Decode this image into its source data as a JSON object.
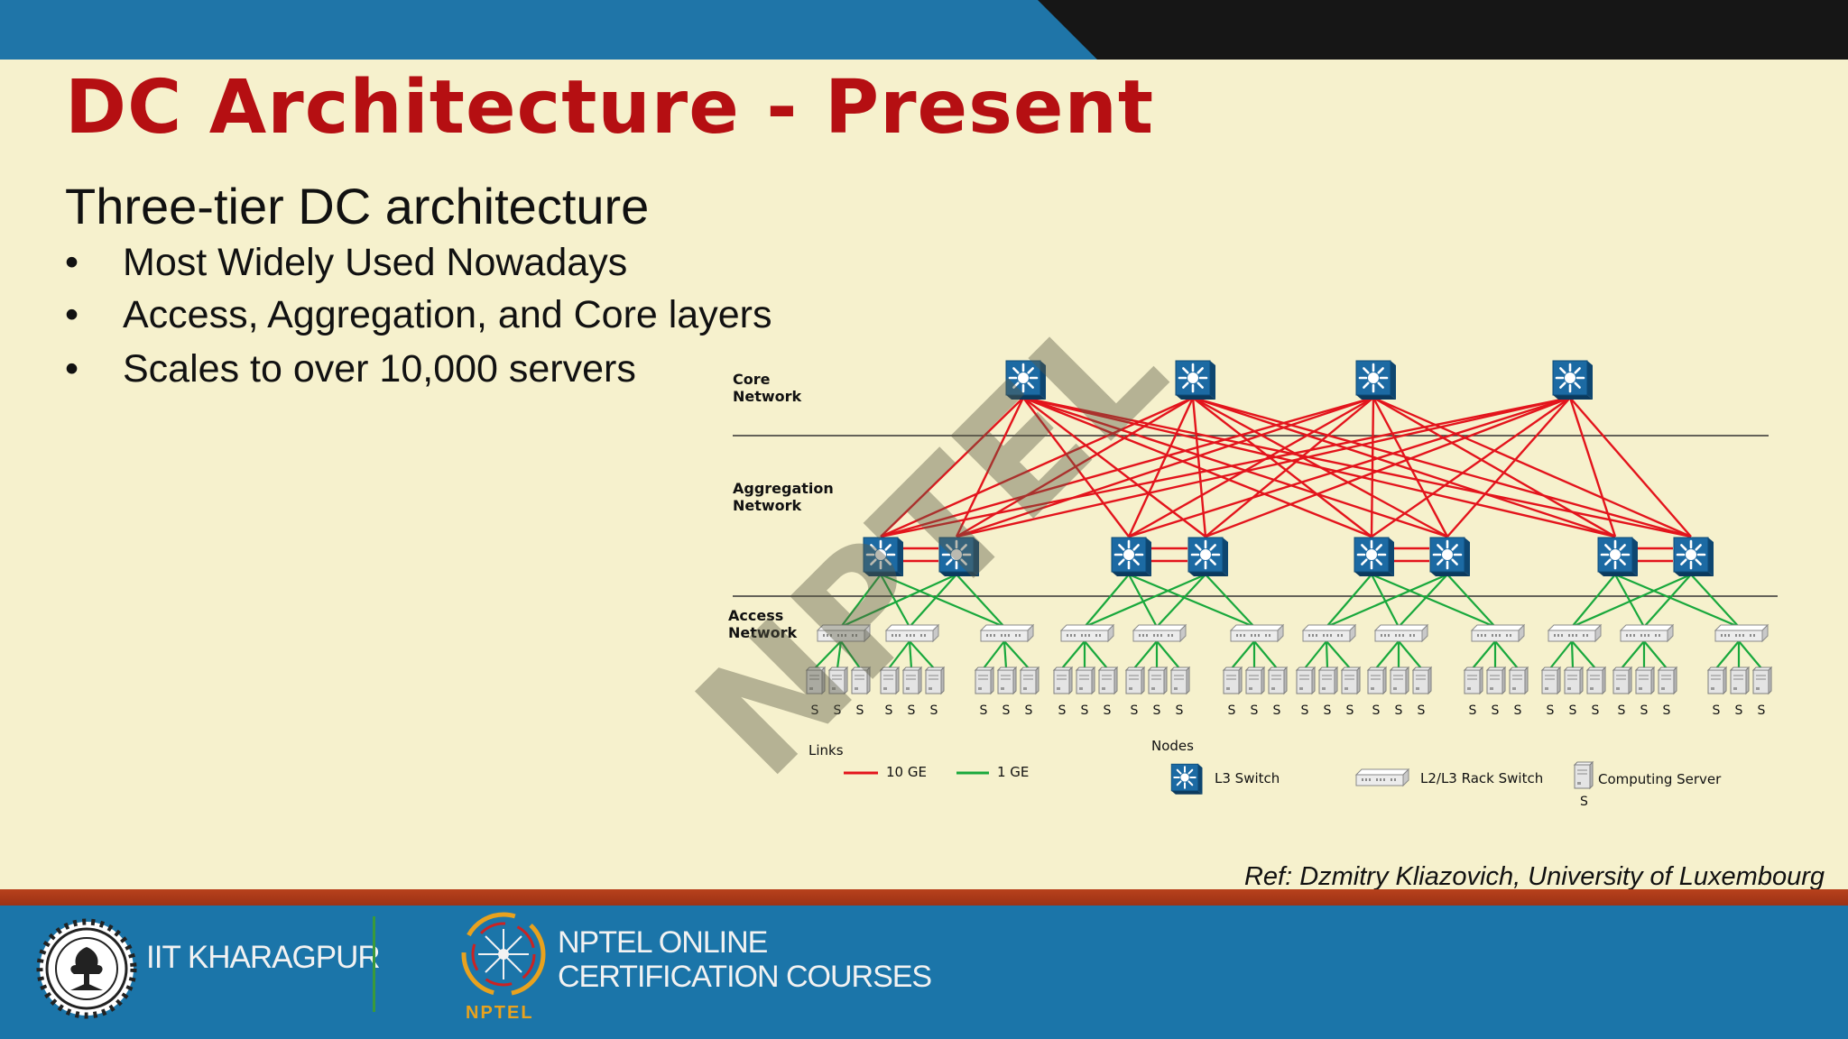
{
  "slide": {
    "title": "DC Architecture - Present",
    "subtitle": "Three-tier DC architecture",
    "bullet_marker": "•",
    "bullets": [
      "Most Widely Used Nowadays",
      "Access, Aggregation, and Core layers",
      "Scales to over 10,000 servers"
    ],
    "reference": "Ref: Dzmitry Kliazovich, University of Luxembourg",
    "watermark": "NPTEL"
  },
  "diagram": {
    "layers": {
      "core": [
        "Core",
        "Network"
      ],
      "aggregation": [
        "Aggregation",
        "Network"
      ],
      "access": [
        "Access",
        "Network"
      ]
    },
    "server_label": "S",
    "legend": {
      "links_title": "Links",
      "nodes_title": "Nodes",
      "link_10ge": "10 GE",
      "link_1ge": "1 GE",
      "l3_switch": "L3 Switch",
      "rack_switch": "L2/L3 Rack Switch",
      "computing_server": "Computing Server",
      "server_symbol": "S"
    },
    "colors": {
      "link_10ge": "#e3141c",
      "link_1ge": "#18a83c",
      "switch": "#1c6aa3"
    }
  },
  "footer": {
    "institute": "IIT KHARAGPUR",
    "course_line1": "NPTEL ONLINE",
    "course_line2": "CERTIFICATION COURSES",
    "nptel_word": "NPTEL"
  },
  "colors": {
    "title": "#b50f12",
    "top_bar_blue": "#1f75a8",
    "top_bar_dark": "#161616",
    "background": "#f6f1cd",
    "footer_blue": "#1b75a9",
    "footer_stripe": "#b8411c"
  }
}
